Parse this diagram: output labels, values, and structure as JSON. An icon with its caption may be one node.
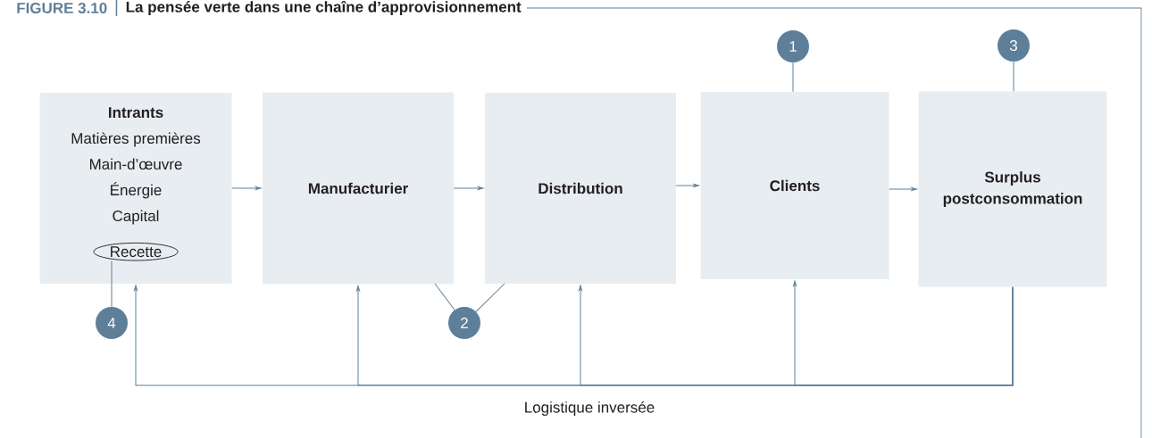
{
  "diagram": {
    "title": "La pensée verte dans une chaîne d’approvisionnement",
    "nodes": [
      {
        "text": [
          "Intrants",
          "Matières premières",
          "Main-d’œuvre",
          "Énergie",
          "Capital"
        ]
      },
      {
        "text": [
          "Recette"
        ],
        "in": 0
      },
      {
        "text": [
          "Manufacturier"
        ]
      },
      {
        "text": [
          "Distribution"
        ]
      },
      {
        "text": [
          "Clients"
        ]
      },
      {
        "text": [
          "Surplus postconsommation"
        ]
      },
      {
        "text": [
          "1"
        ]
      },
      {
        "text": [
          "3"
        ]
      },
      {
        "text": [
          "2"
        ]
      },
      {
        "text": [
          "4"
        ]
      }
    ],
    "edges": [
      {
        "from": 0,
        "to": 2,
        "arrow": "to"
      },
      {
        "from": 2,
        "to": 3,
        "arrow": "to"
      },
      {
        "from": 3,
        "to": 4,
        "arrow": "to"
      },
      {
        "from": 4,
        "to": 5,
        "arrow": "to"
      },
      {
        "from": 6,
        "to": 4,
        "arrow": "none"
      },
      {
        "from": 7,
        "to": 5,
        "arrow": "none"
      },
      {
        "from": 8,
        "to": 2,
        "arrow": "none"
      },
      {
        "from": 8,
        "to": 3,
        "arrow": "none"
      },
      {
        "from": 9,
        "to": 1,
        "arrow": "none"
      },
      {
        "from": 5,
        "to": 4,
        "arrow": "to"
      },
      {
        "from": 5,
        "to": 3,
        "arrow": "to"
      },
      {
        "from": 5,
        "to": 2,
        "arrow": "to"
      },
      {
        "from": 5,
        "to": 0,
        "arrow": "to"
      }
    ],
    "labels": [
      "FIGURE 3.10",
      "Logistique inversée"
    ]
  }
}
